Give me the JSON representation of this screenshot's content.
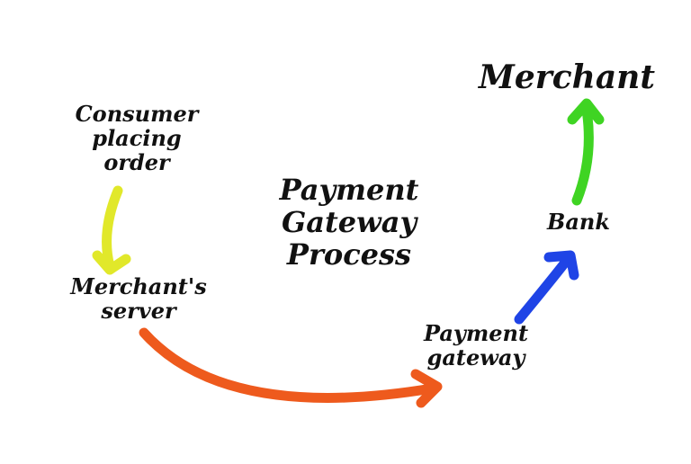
{
  "diagram": {
    "title": [
      "Payment",
      "Gateway",
      "Process"
    ],
    "nodes": {
      "consumer": [
        "Consumer",
        "placing",
        "order"
      ],
      "server": [
        "Merchant's",
        "server"
      ],
      "gateway": [
        "Payment",
        "gateway"
      ],
      "bank": [
        "Bank"
      ],
      "merchant": [
        "Merchant"
      ]
    },
    "arrows": [
      {
        "from": "consumer",
        "to": "server",
        "color": "#e1e82a"
      },
      {
        "from": "server",
        "to": "gateway",
        "color": "#ee5a1d"
      },
      {
        "from": "gateway",
        "to": "bank",
        "color": "#1f44e6"
      },
      {
        "from": "bank",
        "to": "merchant",
        "color": "#3fd423"
      }
    ]
  }
}
